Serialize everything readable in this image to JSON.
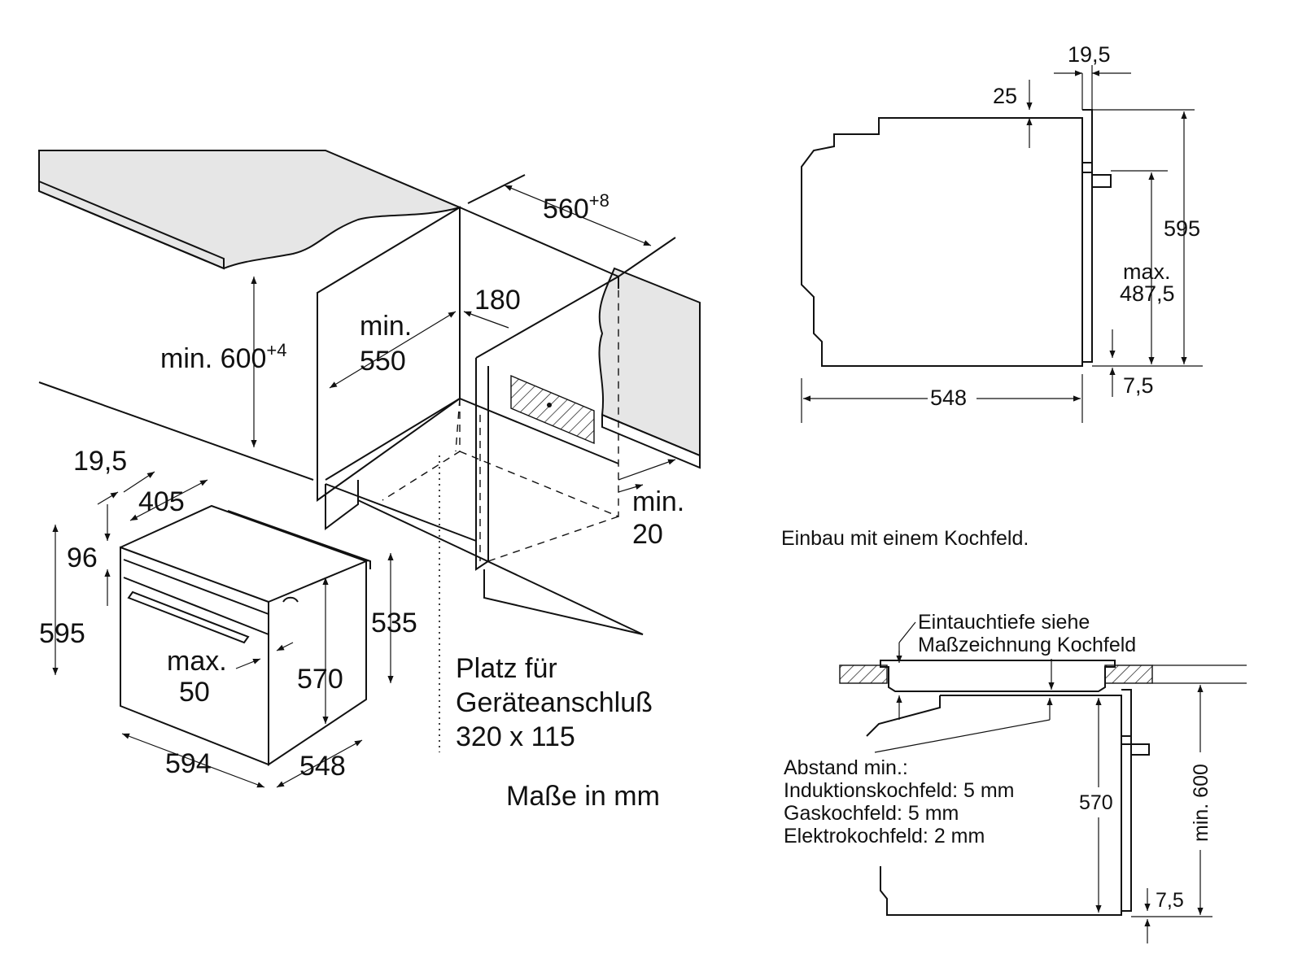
{
  "iso_view": {
    "dim_niche_width": "560",
    "dim_niche_width_sup": "+8",
    "dim_niche_height_prefix": "min. 600",
    "dim_niche_height_sup": "+4",
    "dim_min_550_line1": "min.",
    "dim_min_550_line2": "550",
    "dim_180": "180",
    "dim_min20_line1": "min.",
    "dim_min20_line2": "20",
    "dim_19_5": "19,5",
    "dim_405": "405",
    "dim_96": "96",
    "dim_595": "595",
    "dim_535": "535",
    "dim_570": "570",
    "dim_max50_line1": "max.",
    "dim_max50_line2": "50",
    "dim_594": "594",
    "dim_548": "548",
    "connection_line1": "Platz für",
    "connection_line2": "Geräteanschluß",
    "connection_line3": "320 x 115",
    "units_note": "Maße in mm"
  },
  "side_view": {
    "dim_19_5": "19,5",
    "dim_25": "25",
    "dim_595": "595",
    "dim_max_label": "max.",
    "dim_max_value": "487,5",
    "dim_548": "548",
    "dim_7_5": "7,5"
  },
  "cooktop_view": {
    "caption": "Einbau mit einem Kochfeld.",
    "note_line1": "Eintauchtiefe siehe",
    "note_line2": "Maßzeichnung Kochfeld",
    "gap_title": "Abstand min.:",
    "gap_induction": "Induktionskochfeld: 5 mm",
    "gap_gas": "Gaskochfeld: 5 mm",
    "gap_electric": "Elektrokochfeld: 2 mm",
    "dim_570": "570",
    "dim_min600": "min. 600",
    "dim_7_5": "7,5"
  }
}
